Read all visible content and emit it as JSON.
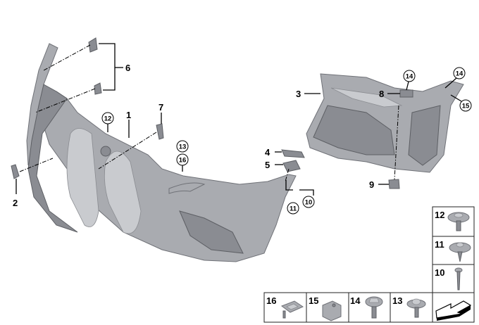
{
  "diagram": {
    "title_hidden": null,
    "callouts": {
      "p1": "1",
      "p2": "2",
      "p3": "3",
      "p4": "4",
      "p5": "5",
      "p6": "6",
      "p7": "7",
      "p8": "8",
      "p9": "9"
    },
    "circled_refs": {
      "c12": "12",
      "c13": "13",
      "c16": "16",
      "c14a": "14",
      "c14b": "14",
      "c15": "15",
      "c11": "11",
      "c10": "10"
    },
    "parts_table": {
      "column": [
        "12",
        "11",
        "10"
      ],
      "row": [
        "16",
        "15",
        "14",
        "13"
      ],
      "arrow_icon": "orientation-arrow-icon"
    }
  }
}
